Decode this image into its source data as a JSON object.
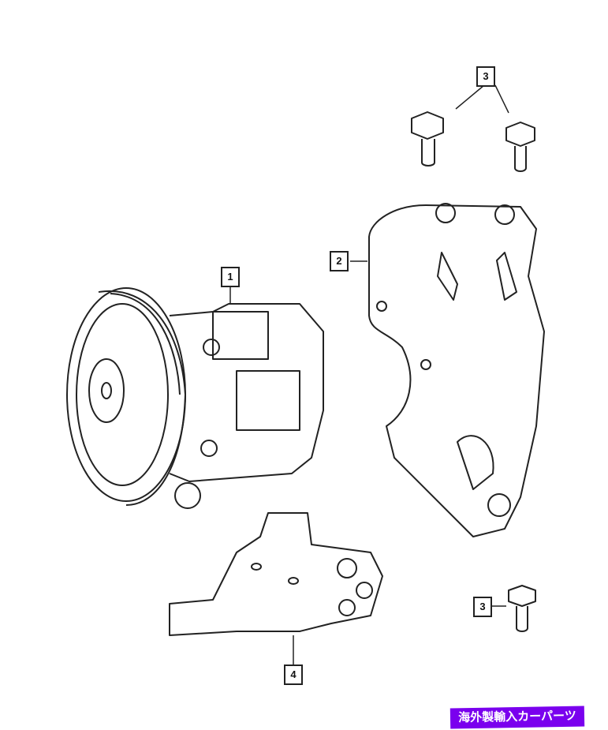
{
  "callouts": [
    {
      "label": "1",
      "part": "power-steering-pump"
    },
    {
      "label": "2",
      "part": "bracket"
    },
    {
      "label": "3",
      "part": "bolt"
    },
    {
      "label": "3",
      "part": "bolt"
    },
    {
      "label": "4",
      "part": "heat-shield"
    }
  ],
  "watermark": "海外製輸入カーパーツ",
  "colors": {
    "line": "#222222",
    "watermark_bg": "#7a00ee"
  }
}
